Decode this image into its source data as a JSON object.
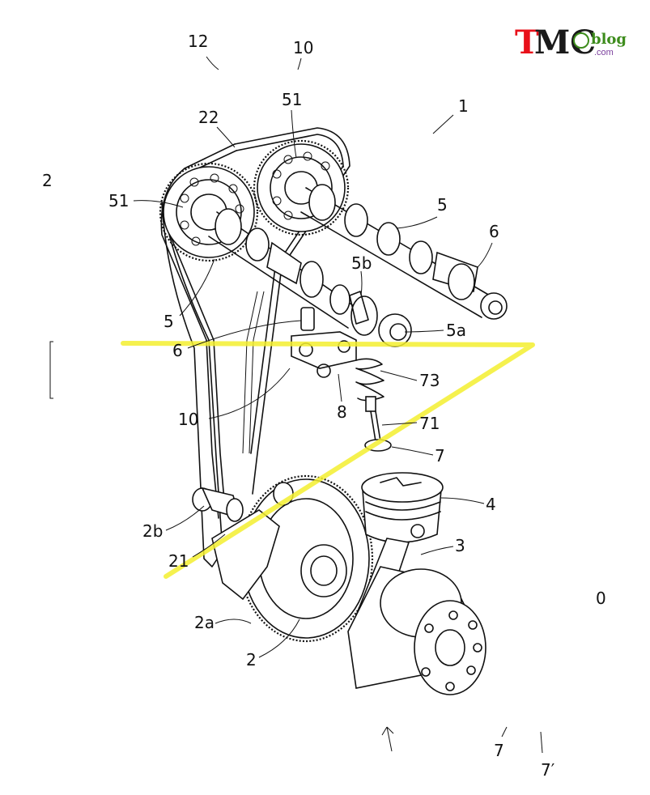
{
  "colors": {
    "highlight": "#f3ef2f",
    "line": "#111111",
    "brand_t": "#e8101a",
    "brand_mc": "#1a1a1a",
    "brand_blog": "#3d8c1c",
    "brand_com": "#7a3e9c"
  },
  "logo": {
    "t": "T",
    "mc": "MC",
    "blog": "blog",
    "com": ".com"
  },
  "labels": {
    "l_12": "12",
    "l_10_top": "10",
    "l_1": "1",
    "l_51_top": "51",
    "l_22": "22",
    "l_2_side": "2",
    "l_51_left": "51",
    "l_5_right": "5",
    "l_6_right": "6",
    "l_5b": "5b",
    "l_5_left": "5",
    "l_6_mid": "6",
    "l_5a": "5a",
    "l_73": "73",
    "l_8": "8",
    "l_10_mid": "10",
    "l_71": "71",
    "l_7_valve": "7",
    "l_4": "4",
    "l_3": "3",
    "l_2b": "2b",
    "l_21": "21",
    "l_0": "0",
    "l_2a": "2a",
    "l_2_crank": "2",
    "l_7_bottom": "7",
    "l_7prime": "7′"
  }
}
